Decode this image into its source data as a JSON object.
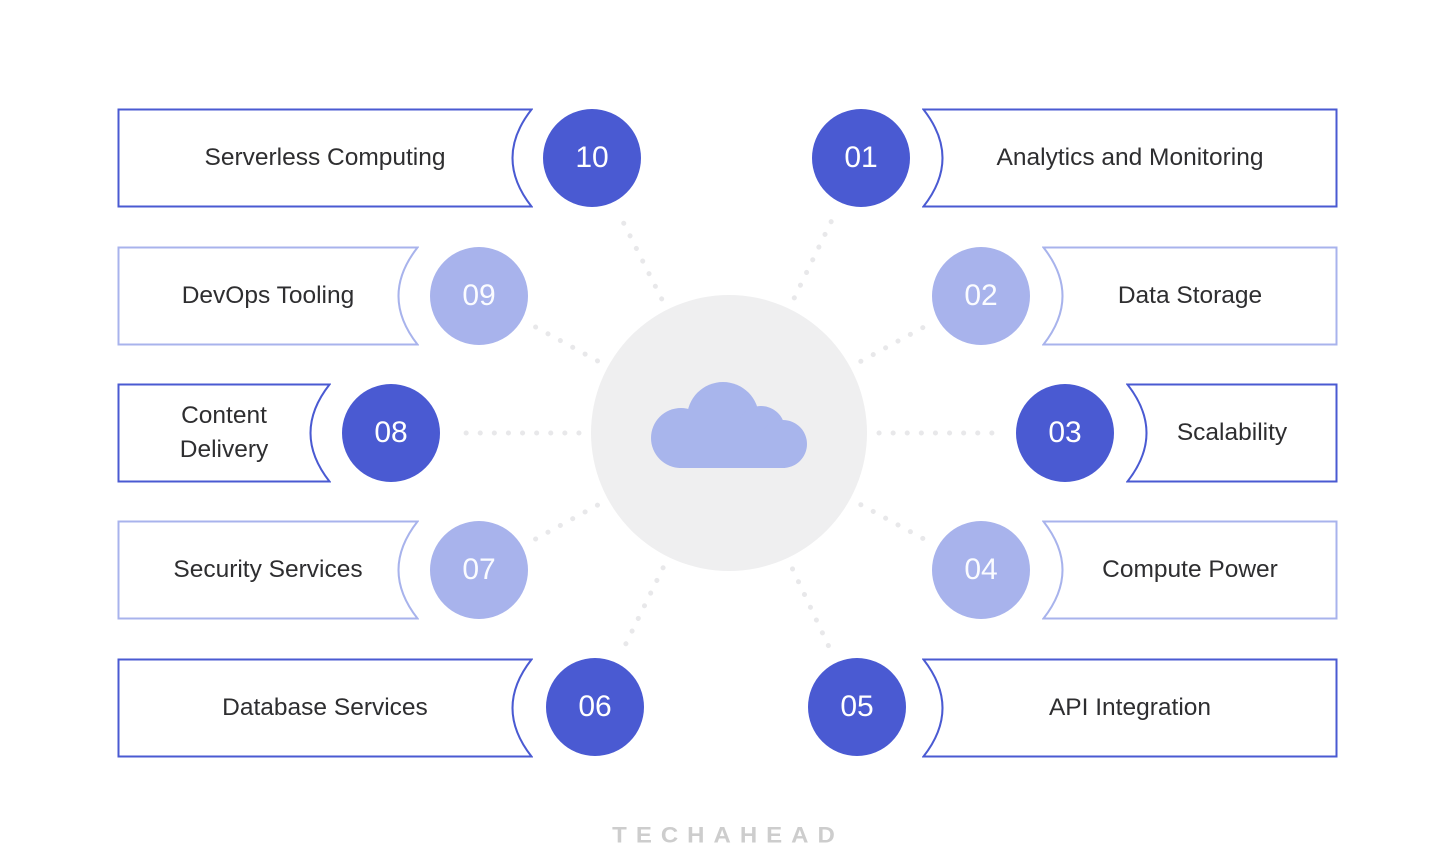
{
  "items": [
    {
      "number": "01",
      "label": "Analytics and Monitoring"
    },
    {
      "number": "02",
      "label": "Data Storage"
    },
    {
      "number": "03",
      "label": "Scalability"
    },
    {
      "number": "04",
      "label": "Compute Power"
    },
    {
      "number": "05",
      "label": "API Integration"
    },
    {
      "number": "06",
      "label": "Database Services"
    },
    {
      "number": "07",
      "label": "Security Services"
    },
    {
      "number": "08",
      "label": "Content Delivery"
    },
    {
      "number": "09",
      "label": "DevOps Tooling"
    },
    {
      "number": "10",
      "label": "Serverless Computing"
    }
  ],
  "center": {
    "icon": "cloud-icon"
  },
  "brand": {
    "watermark": "TECHAHEAD"
  },
  "colors": {
    "accent_dark": "#4a5ad2",
    "accent_light": "#a8b3ec",
    "hub_gray": "#efeff0",
    "cloud": "#a8b5ec",
    "ray_dots": "#e8e8ea",
    "label_text": "#2e2e30",
    "number_text": "#ffffff",
    "watermark": "#cdcdcd"
  }
}
